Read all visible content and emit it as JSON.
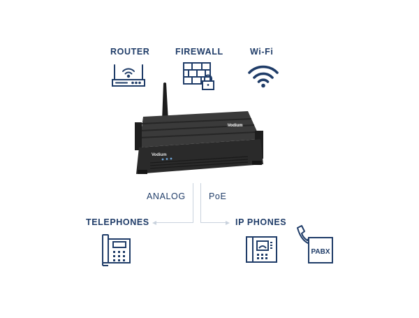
{
  "features": {
    "router": "ROUTER",
    "firewall": "FIREWALL",
    "wifi": "Wi-Fi"
  },
  "connections": {
    "analog": "ANALOG",
    "poe": "PoE",
    "telephones": "TELEPHONES",
    "ip_phones": "IP PHONES"
  },
  "device": {
    "front_brand": "Vodium",
    "top_brand": "Vodium"
  },
  "pabx": "PABX",
  "colors": {
    "label": "#1f3c68",
    "icon": "#1f3c68",
    "connector": "#c9d2dd",
    "device_body": "#2a2a2a"
  }
}
